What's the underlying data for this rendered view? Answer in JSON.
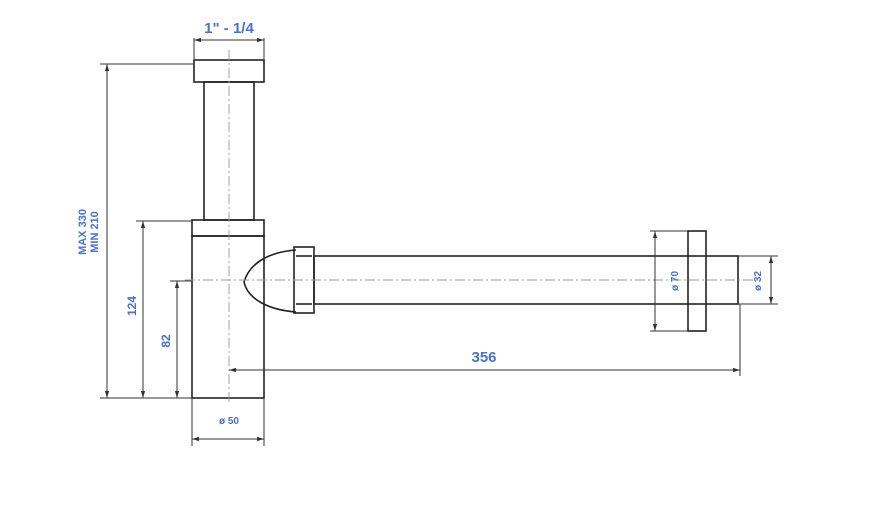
{
  "colors": {
    "outline": "#222222",
    "dimension_text": "#4a72c8",
    "centerline": "#9a9a9a",
    "background": "#ffffff"
  },
  "dimensions": {
    "thread": "1\" - 1/4",
    "height_max": "MAX 330",
    "height_min": "MIN 210",
    "height_124": "124",
    "height_82": "82",
    "length_356": "356",
    "dia_50": "ø 50",
    "dia_70": "ø 70",
    "dia_32": "ø 32"
  }
}
